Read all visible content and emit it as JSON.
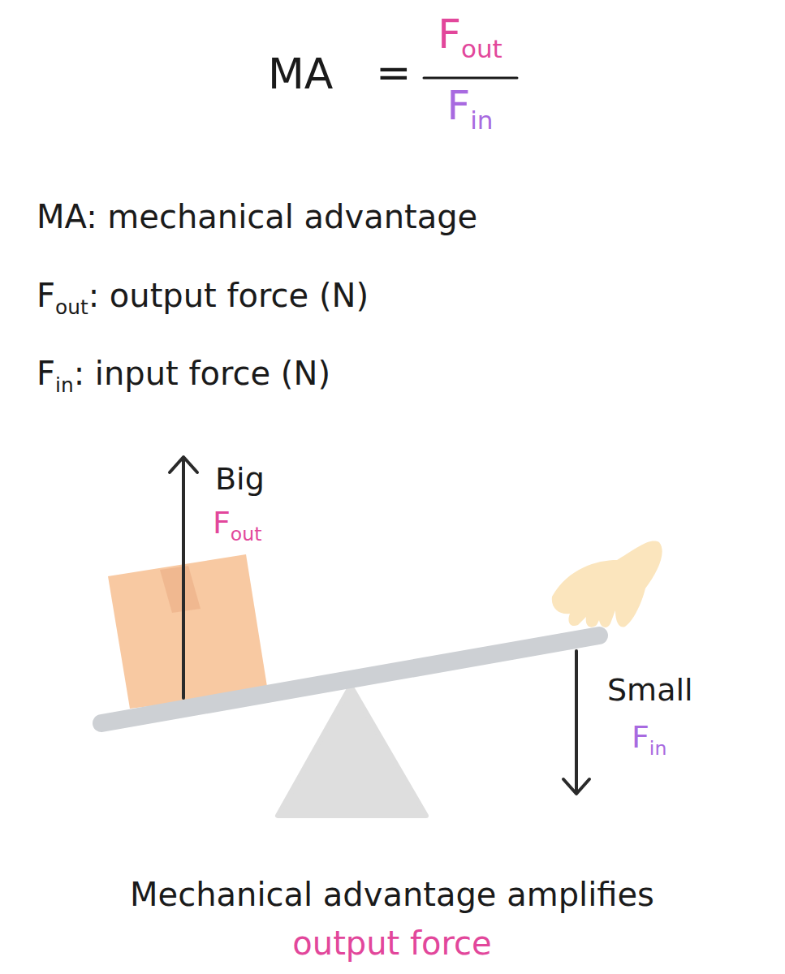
{
  "diagram": {
    "labels": [
      "MA",
      "=",
      "F",
      "out",
      "F",
      "in",
      "MA: mechanical advantage",
      "F",
      "out",
      ": output force (N)",
      "F",
      "in",
      ": input force (N)",
      "Big",
      "F",
      "out",
      "Small",
      "F",
      "in",
      "Mechanical advantage amplifies",
      "output force"
    ]
  }
}
